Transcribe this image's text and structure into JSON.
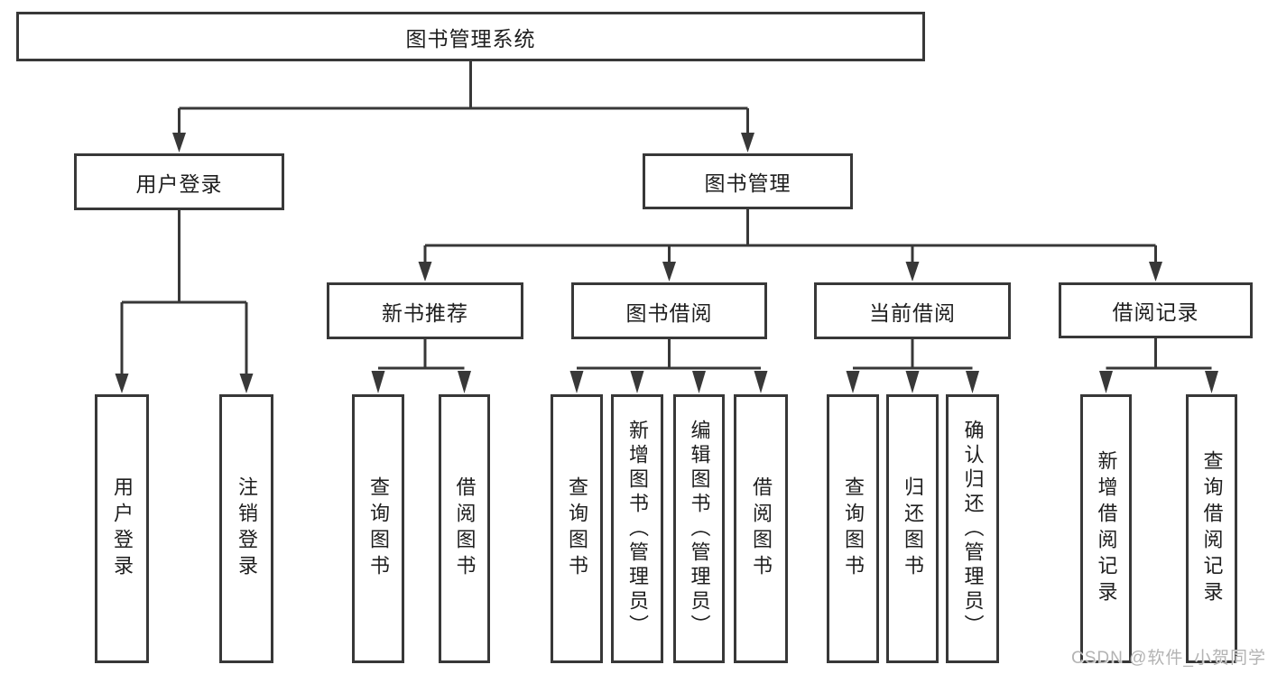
{
  "diagram": {
    "type": "hierarchy-tree",
    "nodes": {
      "root": {
        "label": "图书管理系统"
      },
      "user_login": {
        "label": "用户登录"
      },
      "book_mgmt": {
        "label": "图书管理"
      },
      "new_book_rec": {
        "label": "新书推荐"
      },
      "book_borrow": {
        "label": "图书借阅"
      },
      "current_borrow": {
        "label": "当前借阅"
      },
      "borrow_records": {
        "label": "借阅记录"
      },
      "ul_user_login": {
        "label": "用户登录"
      },
      "ul_logout": {
        "label": "注销登录"
      },
      "nr_query_book": {
        "label": "查询图书"
      },
      "nr_borrow_book": {
        "label": "借阅图书"
      },
      "bb_query_book": {
        "label": "查询图书"
      },
      "bb_add_book": {
        "label": "新增图书（管理员）"
      },
      "bb_edit_book": {
        "label": "编辑图书（管理员）"
      },
      "bb_borrow_book": {
        "label": "借阅图书"
      },
      "cb_query_book": {
        "label": "查询图书"
      },
      "cb_return_book": {
        "label": "归还图书"
      },
      "cb_confirm_return": {
        "label": "确认归还（管理员）"
      },
      "br_add_record": {
        "label": "新增借阅记录"
      },
      "br_query_record": {
        "label": "查询借阅记录"
      }
    },
    "edges": [
      {
        "from": "root",
        "to": "user_login"
      },
      {
        "from": "root",
        "to": "book_mgmt"
      },
      {
        "from": "user_login",
        "to": "ul_user_login"
      },
      {
        "from": "user_login",
        "to": "ul_logout"
      },
      {
        "from": "book_mgmt",
        "to": "new_book_rec"
      },
      {
        "from": "book_mgmt",
        "to": "book_borrow"
      },
      {
        "from": "book_mgmt",
        "to": "current_borrow"
      },
      {
        "from": "book_mgmt",
        "to": "borrow_records"
      },
      {
        "from": "new_book_rec",
        "to": "nr_query_book"
      },
      {
        "from": "new_book_rec",
        "to": "nr_borrow_book"
      },
      {
        "from": "book_borrow",
        "to": "bb_query_book"
      },
      {
        "from": "book_borrow",
        "to": "bb_add_book"
      },
      {
        "from": "book_borrow",
        "to": "bb_edit_book"
      },
      {
        "from": "book_borrow",
        "to": "bb_borrow_book"
      },
      {
        "from": "current_borrow",
        "to": "cb_query_book"
      },
      {
        "from": "current_borrow",
        "to": "cb_return_book"
      },
      {
        "from": "current_borrow",
        "to": "cb_confirm_return"
      },
      {
        "from": "borrow_records",
        "to": "br_add_record"
      },
      {
        "from": "borrow_records",
        "to": "br_query_record"
      }
    ],
    "colors": {
      "line": "#383838",
      "box_border": "#383838",
      "text": "#1e1e1e",
      "background": "#ffffff"
    }
  },
  "watermark": {
    "text": "CSDN @软件_小贺同学",
    "color": "#b3b3b3"
  }
}
